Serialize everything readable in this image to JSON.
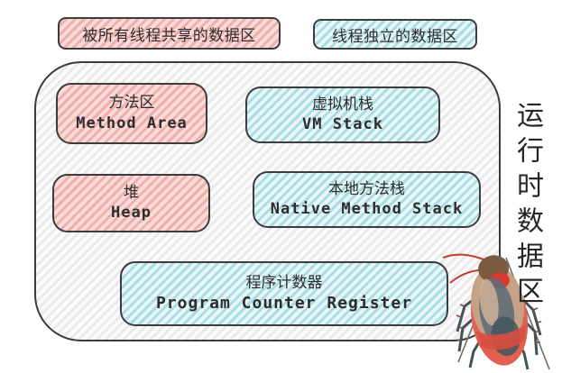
{
  "legend": {
    "shared": {
      "label": "被所有线程共享的数据区"
    },
    "thread": {
      "label": "线程独立的数据区"
    }
  },
  "runtime_area": {
    "title_vertical": "运行时数据区",
    "blocks": [
      {
        "id": "method-area",
        "zh": "方法区",
        "en": "Method Area",
        "category": "shared-by-all-threads"
      },
      {
        "id": "vm-stack",
        "zh": "虚拟机栈",
        "en": "VM Stack",
        "category": "thread-private"
      },
      {
        "id": "heap",
        "zh": "堆",
        "en": "Heap",
        "category": "shared-by-all-threads"
      },
      {
        "id": "native-method-stack",
        "zh": "本地方法栈",
        "en": "Native Method Stack",
        "category": "thread-private"
      },
      {
        "id": "program-counter",
        "zh": "程序计数器",
        "en": "Program Counter Register",
        "category": "thread-private"
      }
    ]
  },
  "colors": {
    "shared_fill": "#f9dcd9",
    "shared_stripe": "#f0afaa",
    "thread_fill": "#e9f6f8",
    "thread_stripe": "#a9dde6",
    "container_fill": "#fbfbfc",
    "container_stripe": "#eaeaec",
    "outline": "#3c3c3c",
    "text": "#2d2d2d"
  },
  "decoration": {
    "bottom_right": "cockroach-illustration"
  }
}
